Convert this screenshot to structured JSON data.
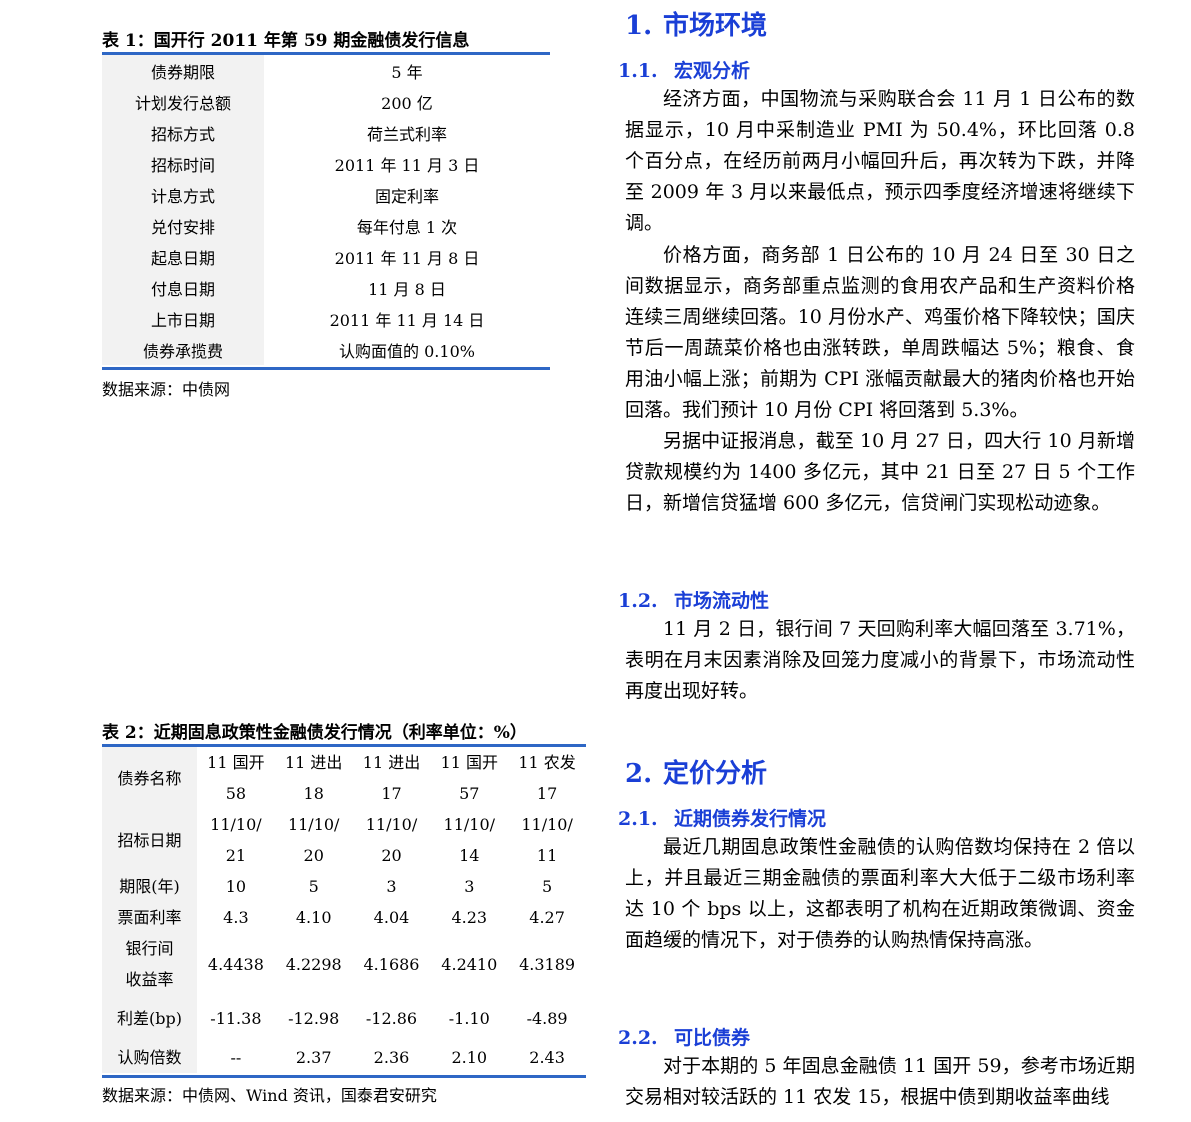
{
  "table1": {
    "caption": "表 1：国开行 2011 年第 59 期金融债发行信息",
    "rows": [
      {
        "label": "债券期限",
        "value": "5 年"
      },
      {
        "label": "计划发行总额",
        "value": "200 亿"
      },
      {
        "label": "招标方式",
        "value": "荷兰式利率"
      },
      {
        "label": "招标时间",
        "value": "2011 年 11 月 3 日"
      },
      {
        "label": "计息方式",
        "value": "固定利率"
      },
      {
        "label": "兑付安排",
        "value": "每年付息 1 次"
      },
      {
        "label": "起息日期",
        "value": "2011 年 11 月 8 日"
      },
      {
        "label": "付息日期",
        "value": "11 月 8 日"
      },
      {
        "label": "上市日期",
        "value": "2011 年 11 月 14 日"
      },
      {
        "label": "债券承揽费",
        "value": "认购面值的 0.10%"
      }
    ],
    "source": "数据来源：中债网"
  },
  "table2": {
    "caption": "表 2：近期固息政策性金融债发行情况（利率单位：%）",
    "row_labels": {
      "name": "债券名称",
      "date": "招标日期",
      "term": "期限(年)",
      "coupon": "票面利率",
      "yield_l1": "银行间",
      "yield_l2": "收益率",
      "spread": "利差(bp)",
      "ratio": "认购倍数"
    },
    "columns": [
      {
        "name1": "11 国开",
        "name2": "58",
        "date1": "11/10/",
        "date2": "21",
        "term": "10",
        "coupon": "4.3",
        "yield": "4.4438",
        "spread": "-11.38",
        "ratio": "--"
      },
      {
        "name1": "11 进出",
        "name2": "18",
        "date1": "11/10/",
        "date2": "20",
        "term": "5",
        "coupon": "4.10",
        "yield": "4.2298",
        "spread": "-12.98",
        "ratio": "2.37"
      },
      {
        "name1": "11 进出",
        "name2": "17",
        "date1": "11/10/",
        "date2": "20",
        "term": "3",
        "coupon": "4.04",
        "yield": "4.1686",
        "spread": "-12.86",
        "ratio": "2.36"
      },
      {
        "name1": "11 国开",
        "name2": "57",
        "date1": "11/10/",
        "date2": "14",
        "term": "3",
        "coupon": "4.23",
        "yield": "4.2410",
        "spread": "-1.10",
        "ratio": "2.10"
      },
      {
        "name1": "11 农发",
        "name2": "17",
        "date1": "11/10/",
        "date2": "11",
        "term": "5",
        "coupon": "4.27",
        "yield": "4.3189",
        "spread": "-4.89",
        "ratio": "2.43"
      }
    ],
    "source": "数据来源：中债网、Wind 资讯，国泰君安研究"
  },
  "section1": {
    "num": "1.",
    "title": "市场环境",
    "sub1": {
      "num": "1.1.",
      "title": "宏观分析",
      "paragraphs": [
        "经济方面，中国物流与采购联合会 11 月 1 日公布的数据显示，10 月中采制造业 PMI 为 50.4%，环比回落 0.8 个百分点，在经历前两月小幅回升后，再次转为下跌，并降至 2009 年 3 月以来最低点，预示四季度经济增速将继续下调。",
        "价格方面，商务部 1 日公布的 10 月 24 日至 30 日之间数据显示，商务部重点监测的食用农产品和生产资料价格连续三周继续回落。10 月份水产、鸡蛋价格下降较快；国庆节后一周蔬菜价格也由涨转跌，单周跌幅达 5%；粮食、食用油小幅上涨；前期为 CPI 涨幅贡献最大的猪肉价格也开始回落。我们预计 10 月份 CPI 将回落到 5.3%。",
        "另据中证报消息，截至 10 月 27 日，四大行 10 月新增贷款规模约为 1400 多亿元，其中 21 日至 27 日 5 个工作日，新增信贷猛增 600 多亿元，信贷闸门实现松动迹象。"
      ]
    },
    "sub2": {
      "num": "1.2.",
      "title": "市场流动性",
      "paragraphs": [
        "11 月 2 日，银行间 7 天回购利率大幅回落至 3.71%，表明在月末因素消除及回笼力度减小的背景下，市场流动性再度出现好转。"
      ]
    }
  },
  "section2": {
    "num": "2.",
    "title": "定价分析",
    "sub1": {
      "num": "2.1.",
      "title": "近期债券发行情况",
      "paragraphs": [
        "最近几期固息政策性金融债的认购倍数均保持在 2 倍以上，并且最近三期金融债的票面利率大大低于二级市场利率达 10 个 bps 以上，这都表明了机构在近期政策微调、资金面趋缓的情况下，对于债券的认购热情保持高涨。"
      ]
    },
    "sub2": {
      "num": "2.2.",
      "title": "可比债券",
      "paragraphs": [
        "对于本期的 5 年固息金融债 11 国开 59，参考市场近期交易相对较活跃的 11 农发 15，根据中债到期收益率曲线"
      ]
    }
  }
}
